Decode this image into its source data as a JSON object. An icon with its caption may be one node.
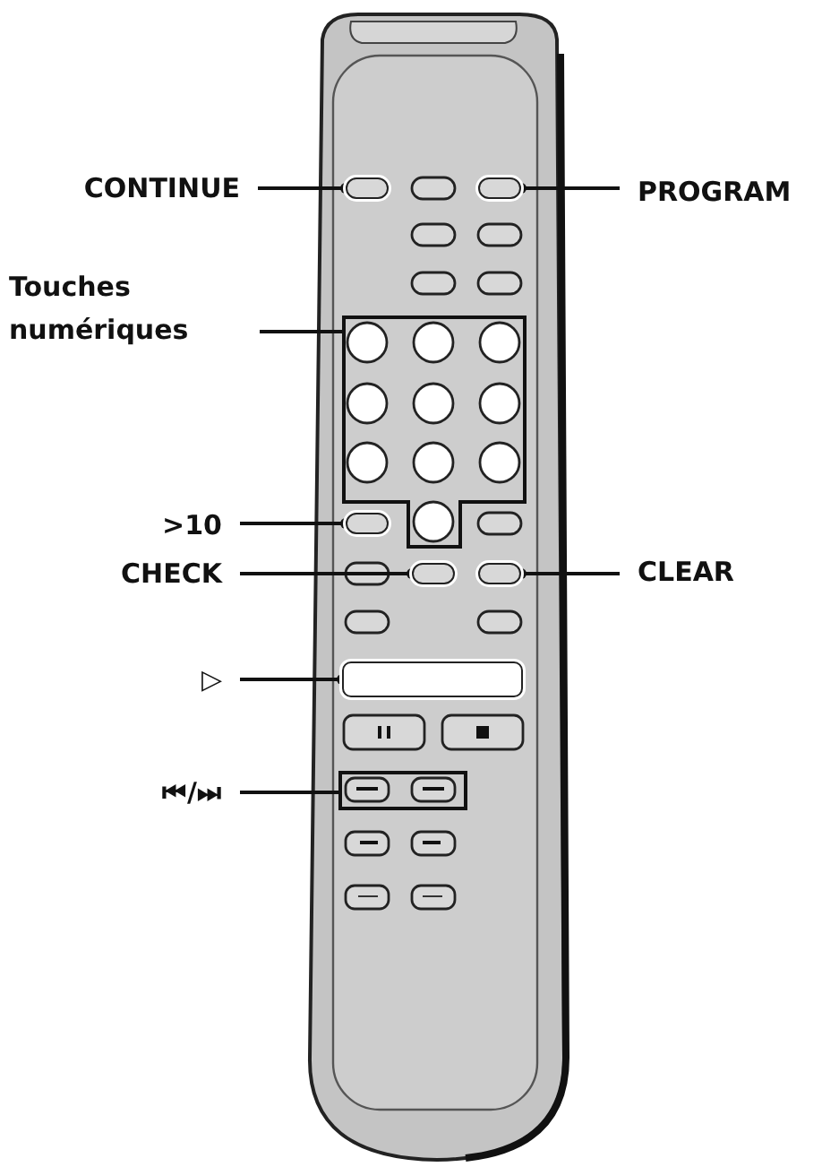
{
  "diagram": {
    "nodes": [
      {
        "text": [
          "CONTINUE"
        ]
      },
      {
        "text": [],
        "shape": "oval"
      },
      {
        "text": [],
        "shape": "oval"
      },
      {
        "text": [
          "PROGRAM"
        ]
      },
      {
        "text": [
          "Touches numériques"
        ]
      },
      {
        "text": [],
        "shape": "box"
      },
      {
        "text": [
          ">10"
        ]
      },
      {
        "text": [],
        "shape": "oval"
      },
      {
        "text": [
          "CHECK"
        ]
      },
      {
        "text": [],
        "shape": "oval"
      },
      {
        "text": [],
        "shape": "oval"
      },
      {
        "text": [
          "CLEAR"
        ]
      },
      {
        "text": [
          "▷"
        ]
      },
      {
        "text": [],
        "shape": "box"
      },
      {
        "text": [
          "⏮/⏭"
        ]
      },
      {
        "text": [],
        "shape": "box"
      }
    ],
    "edges": [
      {
        "from": 0,
        "to": 1,
        "arrow": "other"
      },
      {
        "from": 3,
        "to": 2,
        "arrow": "other"
      },
      {
        "from": 4,
        "to": 5,
        "arrow": "none"
      },
      {
        "from": 6,
        "to": 7,
        "arrow": "other"
      },
      {
        "from": 8,
        "to": 9,
        "arrow": "other"
      },
      {
        "from": 11,
        "to": 10,
        "arrow": "other"
      },
      {
        "from": 12,
        "to": 13,
        "arrow": "other"
      },
      {
        "from": 14,
        "to": 15,
        "arrow": "none"
      }
    ]
  }
}
